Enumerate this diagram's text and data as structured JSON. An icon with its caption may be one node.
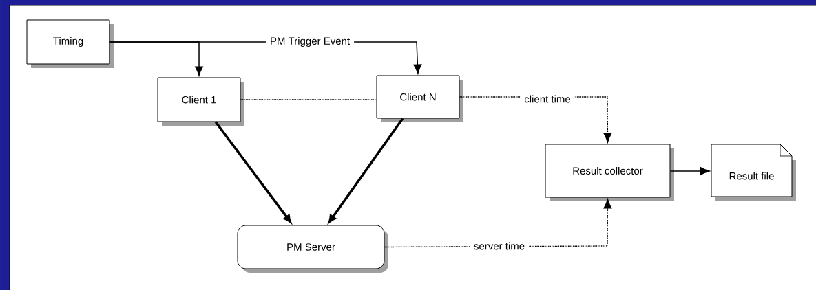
{
  "diagram": {
    "nodes": [
      {
        "text": [
          "Timing"
        ]
      },
      {
        "text": [
          "Client 1"
        ]
      },
      {
        "text": [
          "Client N"
        ]
      },
      {
        "text": [
          "PM Server"
        ]
      },
      {
        "text": [
          "Result collector"
        ]
      },
      {
        "text": [
          "Result file"
        ]
      }
    ],
    "edges": [
      {
        "from": 0,
        "to": 1,
        "arrow": "to"
      },
      {
        "from": 0,
        "to": 2,
        "arrow": "to",
        "label": "PM Trigger Event"
      },
      {
        "from": 1,
        "to": 2,
        "arrow": "none",
        "style": "dashed"
      },
      {
        "from": 1,
        "to": 3,
        "arrow": "to",
        "style": "thick"
      },
      {
        "from": 2,
        "to": 3,
        "arrow": "to",
        "style": "thick"
      },
      {
        "from": 2,
        "to": 4,
        "arrow": "to",
        "style": "dashed",
        "label": "client time"
      },
      {
        "from": 3,
        "to": 4,
        "arrow": "to",
        "style": "dashed",
        "label": "server time"
      },
      {
        "from": 4,
        "to": 5,
        "arrow": "to"
      }
    ]
  }
}
